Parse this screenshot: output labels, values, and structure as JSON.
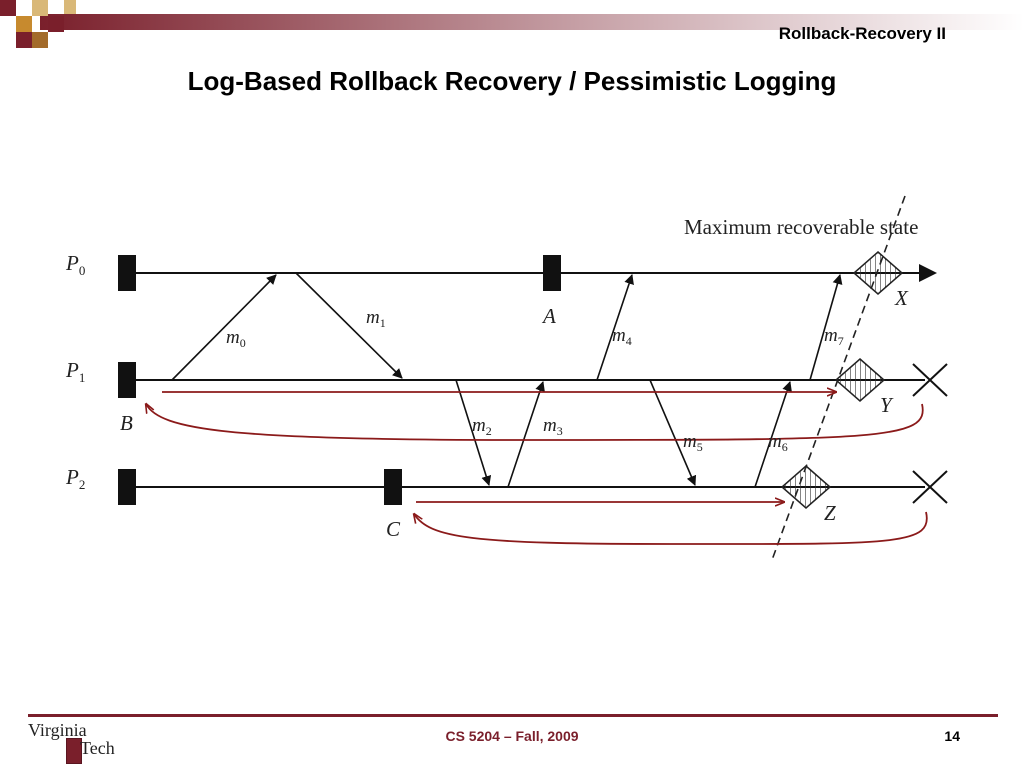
{
  "slide": {
    "header": "Rollback-Recovery II",
    "title": "Log-Based Rollback Recovery / Pessimistic Logging",
    "footer": "CS 5204 – Fall, 2009",
    "page_number": "14",
    "logo": {
      "word1": "Virginia",
      "word2": "Tech"
    }
  },
  "diagram": {
    "processes": [
      {
        "name": "P",
        "index": "0"
      },
      {
        "name": "P",
        "index": "1"
      },
      {
        "name": "P",
        "index": "2"
      }
    ],
    "checkpoints": [
      "A",
      "B",
      "C"
    ],
    "messages": [
      {
        "name": "m",
        "index": "0"
      },
      {
        "name": "m",
        "index": "1"
      },
      {
        "name": "m",
        "index": "2"
      },
      {
        "name": "m",
        "index": "3"
      },
      {
        "name": "m",
        "index": "4"
      },
      {
        "name": "m",
        "index": "5"
      },
      {
        "name": "m",
        "index": "6"
      },
      {
        "name": "m",
        "index": "7"
      }
    ],
    "states": [
      "X",
      "Y",
      "Z"
    ],
    "recovery_line_label": "Maximum recoverable state"
  },
  "colors": {
    "brand": "#7a1f2b",
    "arrow": "#8b1a1a",
    "ink": "#000000"
  }
}
